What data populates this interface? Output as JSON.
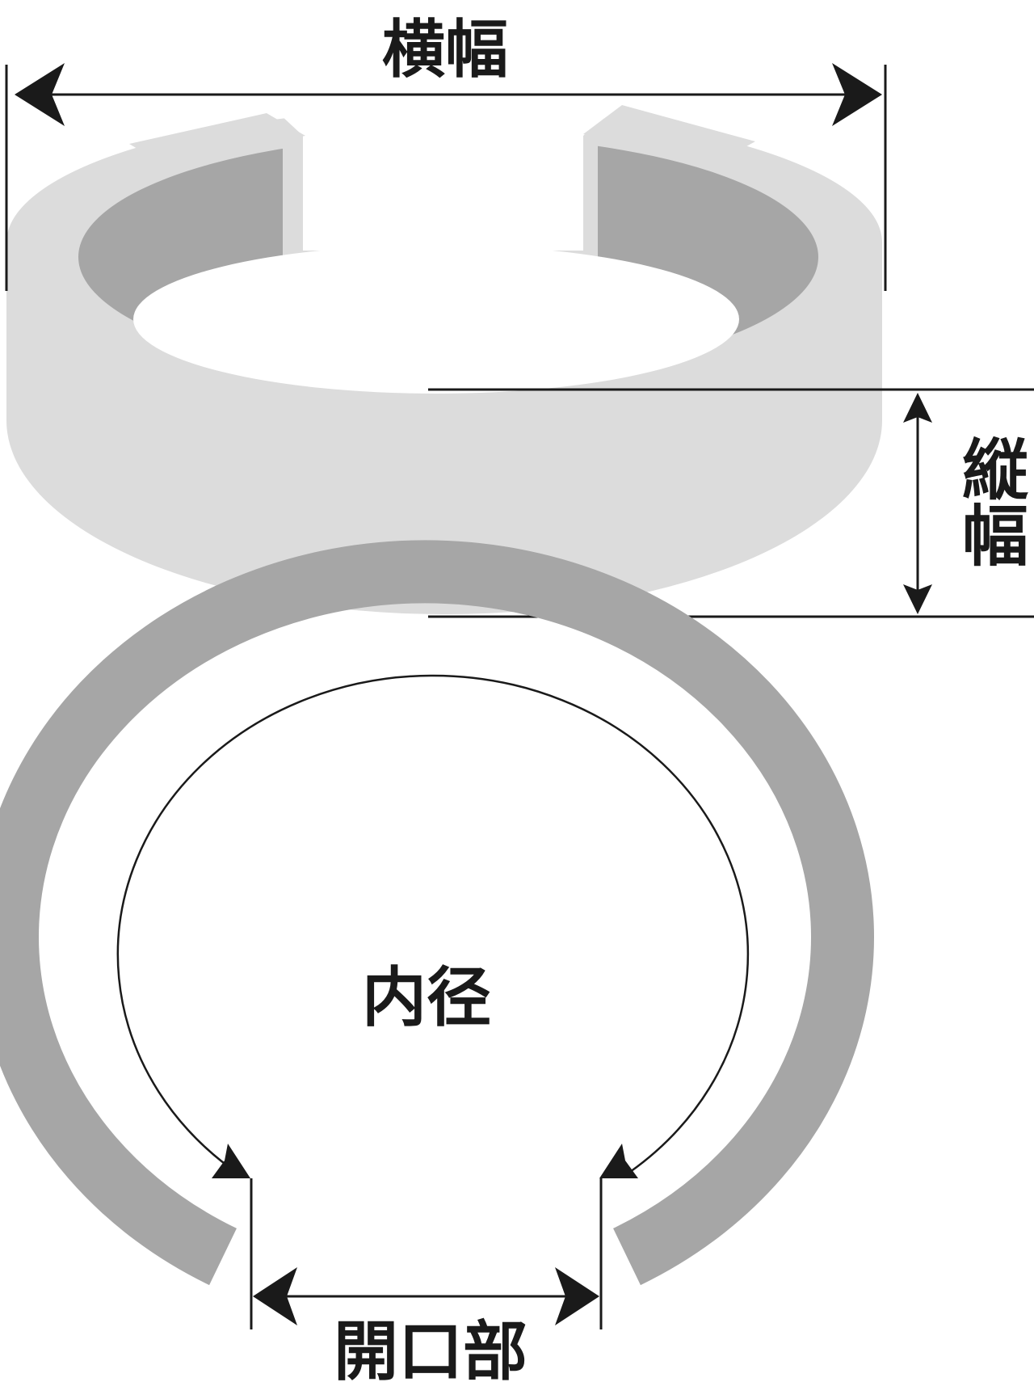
{
  "labels": {
    "width_horizontal": "横幅",
    "height_vertical": "縦幅",
    "inner_diameter": "内径",
    "opening": "開口部"
  },
  "colors": {
    "ring_light": "#dcdcdc",
    "ring_inner_dark": "#a6a6a6",
    "top_view_ring": "#a6a6a6",
    "dimension_line": "#1a1a1a"
  }
}
